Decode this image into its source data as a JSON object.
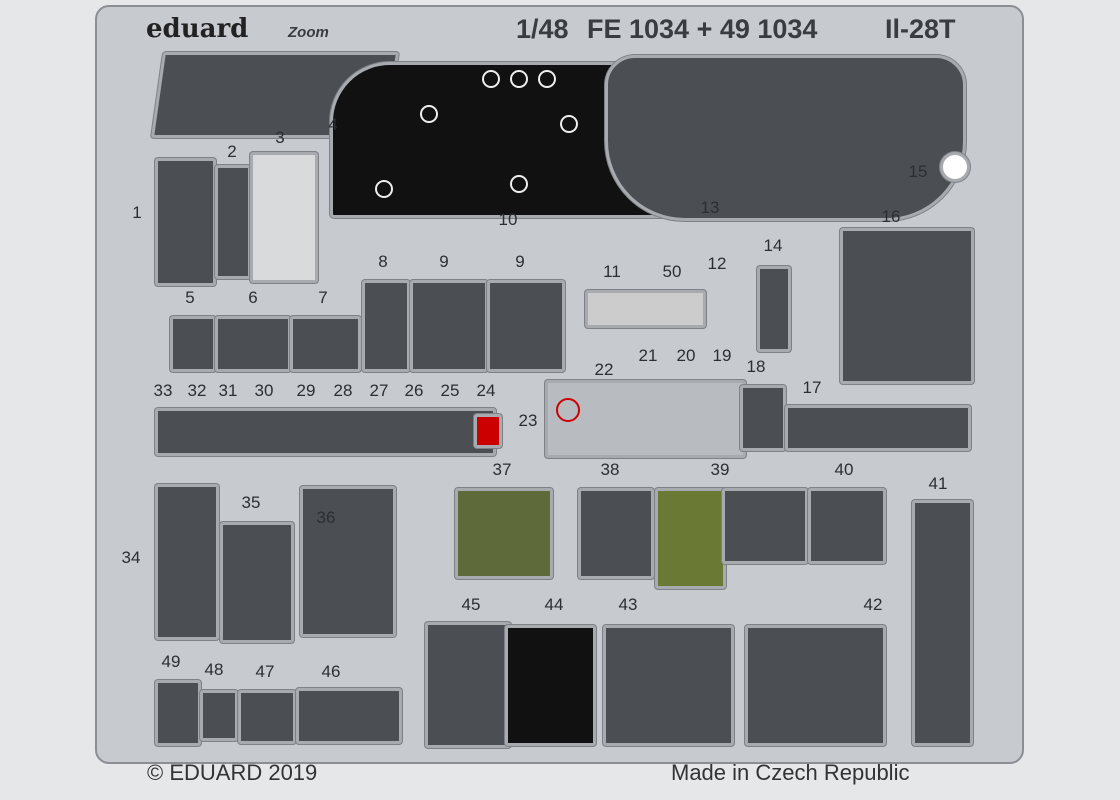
{
  "brand": {
    "logo": "eduard",
    "sub_logo": "Zoom"
  },
  "header": {
    "scale": "1/48",
    "code": "FE 1034 + 49 1034",
    "model": "Il-28T"
  },
  "footer": {
    "copyright": "© EDUARD 2019",
    "origin": "Made in Czech Republic"
  },
  "labels": [
    "1",
    "2",
    "3",
    "4",
    "5",
    "6",
    "7",
    "8",
    "9",
    "9",
    "10",
    "11",
    "50",
    "12",
    "13",
    "14",
    "15",
    "16",
    "17",
    "18",
    "19",
    "20",
    "21",
    "22",
    "23",
    "24",
    "25",
    "26",
    "27",
    "28",
    "29",
    "30",
    "31",
    "32",
    "33",
    "34",
    "35",
    "36",
    "37",
    "38",
    "39",
    "40",
    "41",
    "42",
    "43",
    "44",
    "45",
    "46",
    "47",
    "48",
    "49"
  ]
}
